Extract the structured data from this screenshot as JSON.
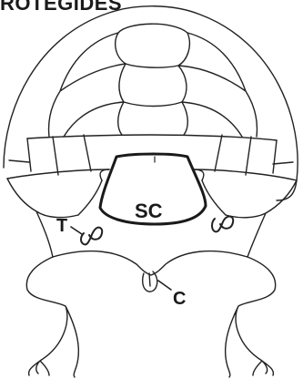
{
  "caption": "ROTEGIDES",
  "labels": {
    "scute": "SC",
    "t": "T",
    "c": "C"
  },
  "colors": {
    "ink": "#1a1a1a",
    "background": "#ffffff"
  }
}
